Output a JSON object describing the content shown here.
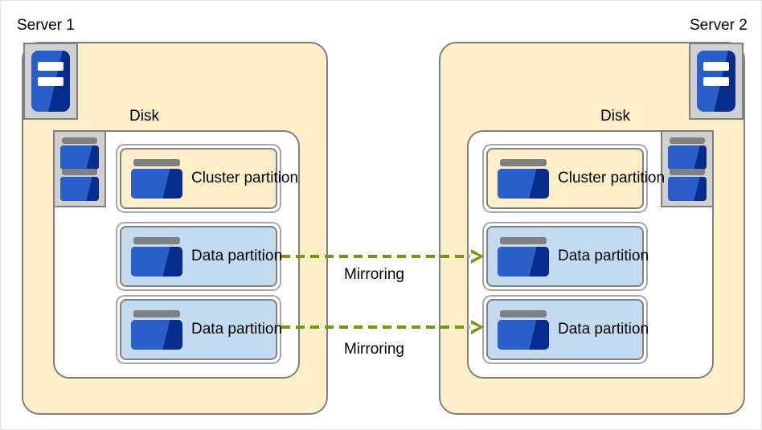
{
  "diagram": {
    "title_left": "Server 1",
    "title_right": "Server 2",
    "disk_label": "Disk",
    "mirroring_label_1": "Mirroring",
    "mirroring_label_2": "Mirroring",
    "colors": {
      "server_fill": "#fdeec8",
      "disk_fill": "#ffffff",
      "cluster_partition_fill": "#fdeec8",
      "data_partition_fill": "#c3dbf0",
      "border": "#808080",
      "arrow": "#6e9a12",
      "icon_blue_dark": "#062d8c",
      "icon_blue_light": "#2a5fc9",
      "icon_tray": "#d0d0d0"
    },
    "servers": [
      {
        "name": "Server 1",
        "icon": "server-tower-icon",
        "disk": {
          "label": "Disk",
          "stack_icon": "disk-stack-icon",
          "partitions": [
            {
              "label": "Cluster partition",
              "type": "cluster",
              "icon": "disk-partition-icon"
            },
            {
              "label": "Data partition",
              "type": "data",
              "icon": "disk-partition-icon"
            },
            {
              "label": "Data partition",
              "type": "data",
              "icon": "disk-partition-icon"
            }
          ]
        }
      },
      {
        "name": "Server 2",
        "icon": "server-tower-icon",
        "disk": {
          "label": "Disk",
          "stack_icon": "disk-stack-icon",
          "partitions": [
            {
              "label": "Cluster partition",
              "type": "cluster",
              "icon": "disk-partition-icon"
            },
            {
              "label": "Data partition",
              "type": "data",
              "icon": "disk-partition-icon"
            },
            {
              "label": "Data partition",
              "type": "data",
              "icon": "disk-partition-icon"
            }
          ]
        }
      }
    ],
    "connections": [
      {
        "label": "Mirroring",
        "from": "server1-data-partition-1",
        "to": "server2-data-partition-1",
        "style": "dashed-arrow"
      },
      {
        "label": "Mirroring",
        "from": "server1-data-partition-2",
        "to": "server2-data-partition-2",
        "style": "dashed-arrow"
      }
    ]
  }
}
